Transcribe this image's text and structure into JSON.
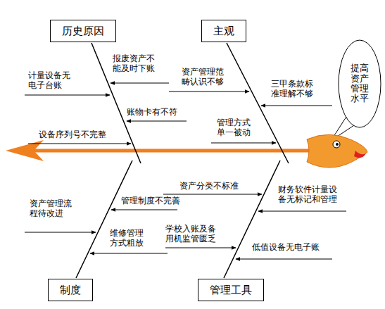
{
  "diagram": {
    "nodes": [
      {
        "text": [
          "历史原因"
        ]
      },
      {
        "text": [
          "主观"
        ]
      },
      {
        "text": [
          "提高资产管理水平"
        ]
      },
      {
        "text": [
          "制度"
        ]
      },
      {
        "text": [
          "管理工具"
        ]
      }
    ],
    "labels": [
      "报废资产不能及时下账",
      "计量设备无电子台账",
      "账物卡有不符",
      "设备序列号不完整",
      "资产管理范畴认识不够",
      "三甲条款标准理解不够",
      "管理方式单一被动",
      "资产管理流程待改进",
      "管理制度不完善",
      "维修管理方式粗放",
      "资产分类不标准",
      "财务软件计量设备无标记和管理",
      "学校入账及备用机监管匮乏",
      "低值设备无电子账"
    ]
  }
}
